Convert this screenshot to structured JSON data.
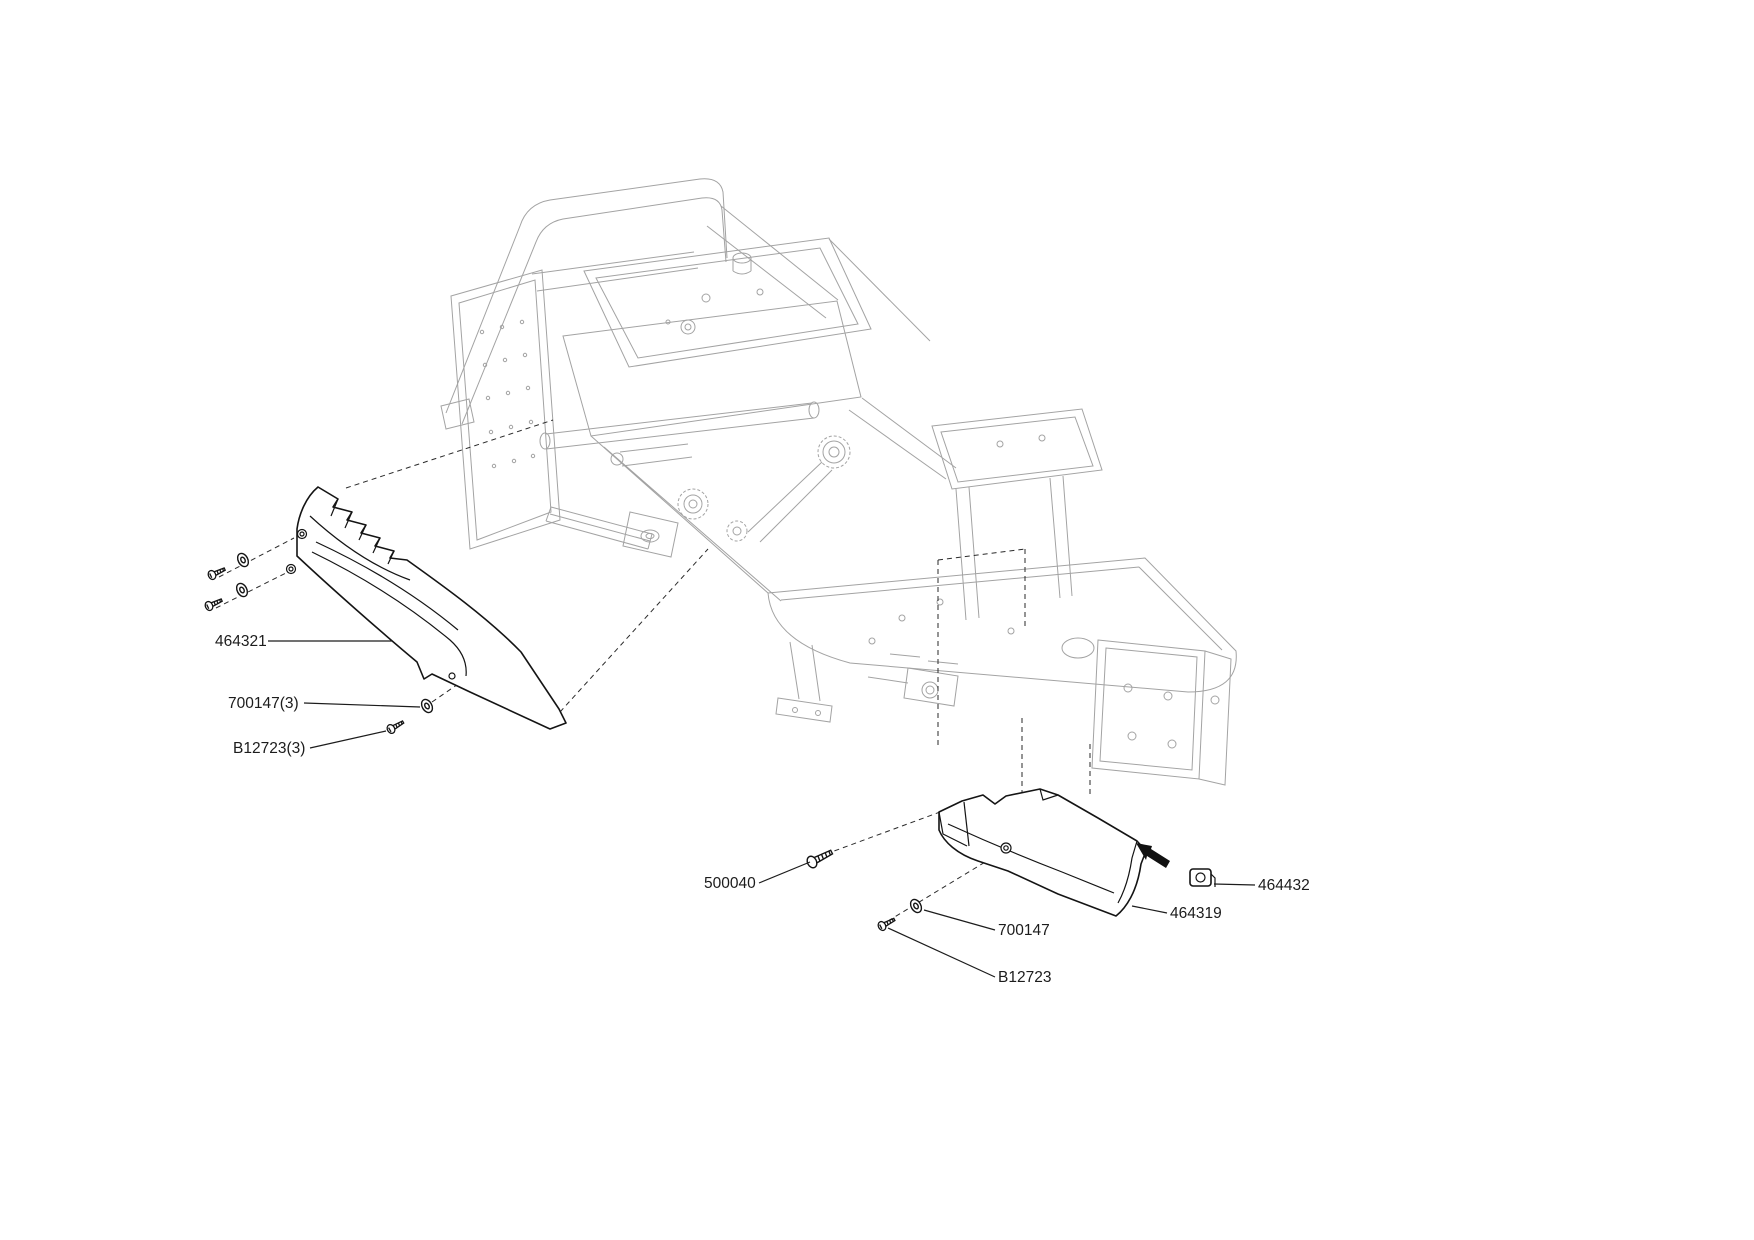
{
  "page": {
    "background_color": "#ffffff"
  },
  "diagram": {
    "type": "exploded-parts-diagram",
    "subject": "riding-mower-chassis-side-panels",
    "wireframe_color": "#a3a3a3",
    "part_line_color": "#141414",
    "labels": {
      "left_panel": "464321",
      "left_washers": "700147(3)",
      "left_screws": "B12723(3)",
      "bolt": "500040",
      "right_washer": "700147",
      "right_screw": "B12723",
      "right_panel": "464319",
      "grommet": "464432"
    }
  }
}
